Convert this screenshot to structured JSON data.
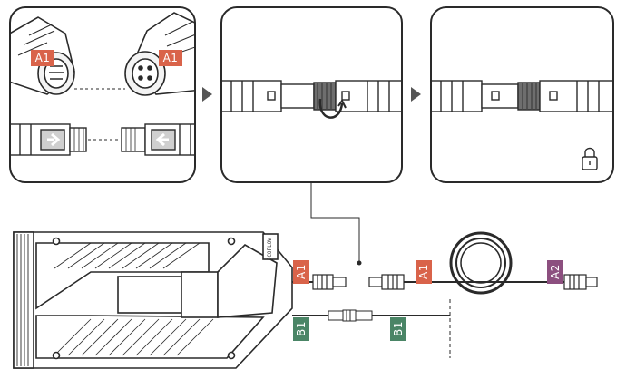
{
  "tags": {
    "p1_left": "A1",
    "p1_right": "A1",
    "bottom_a1_left": "A1",
    "bottom_a1_mid": "A1",
    "bottom_a2": "A2",
    "bottom_b1_left": "B1",
    "bottom_b1_mid": "B1"
  },
  "colors": {
    "a1": "#d9634a",
    "a2": "#8c4f7f",
    "b1": "#4a8566",
    "stroke": "#2a2a2a"
  },
  "icons": {
    "panel1": "connector-alignment",
    "panel2": "twist-rotate-icon",
    "panel3": "lock-icon",
    "step_arrow": "chevron-right-icon"
  },
  "device": {
    "brand": "ECOFLOW"
  }
}
